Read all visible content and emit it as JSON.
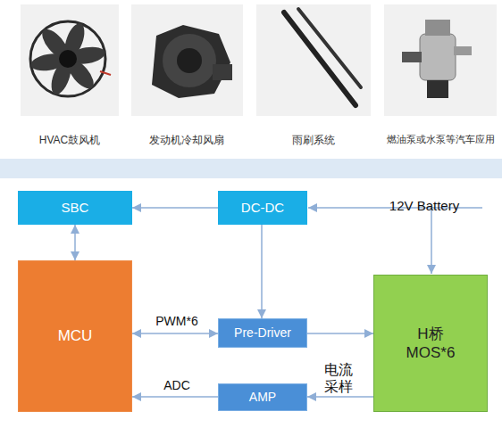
{
  "diagram": {
    "nodes": [
      {
        "text": [
          "SBC"
        ]
      },
      {
        "text": [
          "DC-DC"
        ]
      },
      {
        "text": [
          "MCU"
        ]
      },
      {
        "text": [
          "Pre-Driver"
        ]
      },
      {
        "text": [
          "H桥 MOS*6"
        ]
      },
      {
        "text": [
          "AMP"
        ]
      }
    ],
    "edges": [
      {
        "from": 1,
        "to": 0,
        "arrow": "to"
      },
      {
        "from": 0,
        "to": 2,
        "arrow": "both"
      },
      {
        "from": 1,
        "to": 3,
        "arrow": "to"
      },
      {
        "from": 2,
        "to": 3,
        "label": "PWM*6",
        "arrow": "both"
      },
      {
        "from": 3,
        "to": 4,
        "arrow": "to"
      },
      {
        "from": 4,
        "to": 5,
        "label": "电流采样",
        "arrow": "to"
      },
      {
        "from": 5,
        "to": 2,
        "label": "ADC",
        "arrow": "to"
      }
    ],
    "labels": [
      "HVAC鼓风机",
      "发动机冷却风扇",
      "雨刷系统",
      "燃油泵或水泵等汽车应用",
      "12V Battery"
    ]
  }
}
